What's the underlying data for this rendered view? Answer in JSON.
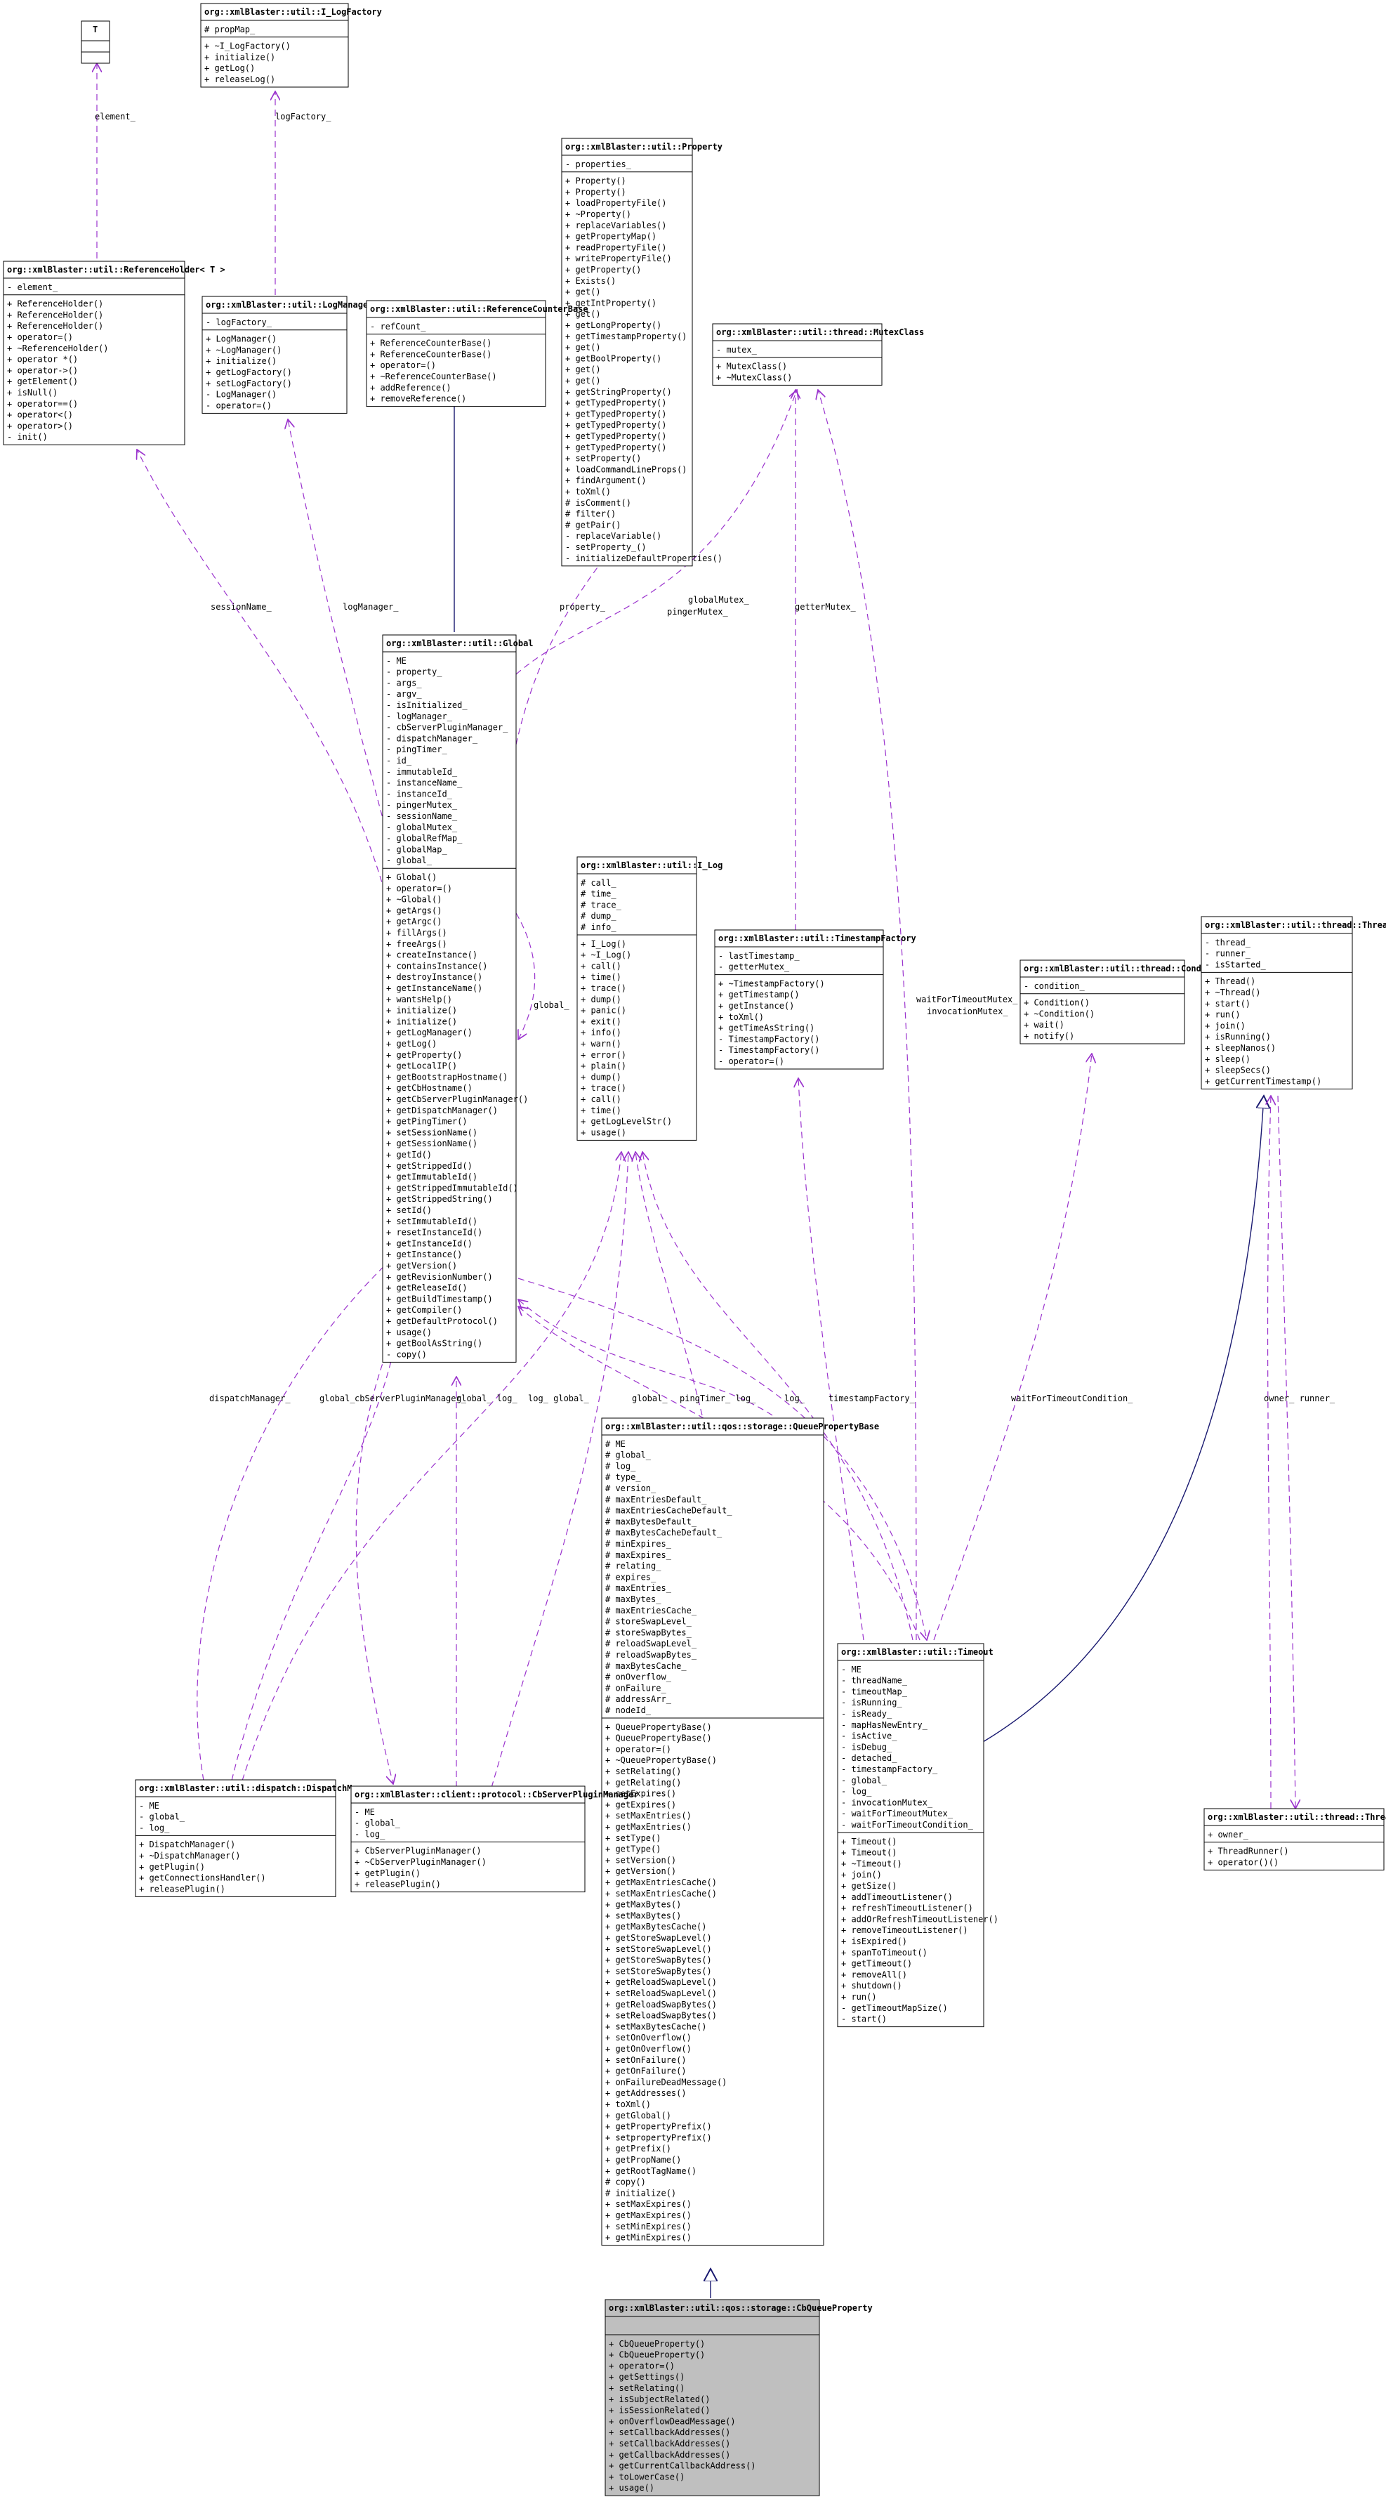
{
  "colors": {
    "usage_edge": "#9a32cd",
    "inheritance_edge": "#191970",
    "highlight": "#bfbfbf"
  },
  "classes": [
    {
      "id": "tparam",
      "title": "T",
      "attrs": [],
      "ops": []
    },
    {
      "id": "logfactory",
      "title": "org::xmlBlaster::util::I_LogFactory",
      "attrs": [
        "# propMap_"
      ],
      "ops": [
        "+ ~I_LogFactory()",
        "+ initialize()",
        "+ getLog()",
        "+ releaseLog()"
      ]
    },
    {
      "id": "property",
      "title": "org::xmlBlaster::util::Property",
      "attrs": [
        "- properties_"
      ],
      "ops": [
        "+ Property()",
        "+ Property()",
        "+ loadPropertyFile()",
        "+ ~Property()",
        "+ replaceVariables()",
        "+ getPropertyMap()",
        "+ readPropertyFile()",
        "+ writePropertyFile()",
        "+ getProperty()",
        "+ Exists()",
        "+ get()",
        "+ getIntProperty()",
        "+ get()",
        "+ getLongProperty()",
        "+ getTimestampProperty()",
        "+ get()",
        "+ getBoolProperty()",
        "+ get()",
        "+ get()",
        "+ getStringProperty()",
        "+ getTypedProperty()",
        "+ getTypedProperty()",
        "+ getTypedProperty()",
        "+ getTypedProperty()",
        "+ getTypedProperty()",
        "+ setProperty()",
        "+ loadCommandLineProps()",
        "+ findArgument()",
        "+ toXml()",
        "# isComment()",
        "# filter()",
        "# getPair()",
        "- replaceVariable()",
        "- setProperty_()",
        "- initializeDefaultProperties()"
      ]
    },
    {
      "id": "refholder",
      "title": "org::xmlBlaster::util::ReferenceHolder< T >",
      "attrs": [
        "- element_"
      ],
      "ops": [
        "+ ReferenceHolder()",
        "+ ReferenceHolder()",
        "+ ReferenceHolder()",
        "+ operator=()",
        "+ ~ReferenceHolder()",
        "+ operator *()",
        "+ operator->()",
        "+ getElement()",
        "+ isNull()",
        "+ operator==()",
        "+ operator<()",
        "+ operator>()",
        "- init()"
      ]
    },
    {
      "id": "logmanager",
      "title": "org::xmlBlaster::util::LogManager",
      "attrs": [
        "- logFactory_"
      ],
      "ops": [
        "+ LogManager()",
        "+ ~LogManager()",
        "+ initialize()",
        "+ getLogFactory()",
        "+ setLogFactory()",
        "- LogManager()",
        "- operator=()"
      ]
    },
    {
      "id": "refcounter",
      "title": "org::xmlBlaster::util::ReferenceCounterBase",
      "attrs": [
        "- refCount_"
      ],
      "ops": [
        "+ ReferenceCounterBase()",
        "+ ReferenceCounterBase()",
        "+ operator=()",
        "+ ~ReferenceCounterBase()",
        "+ addReference()",
        "+ removeReference()"
      ]
    },
    {
      "id": "mutexclass",
      "title": "org::xmlBlaster::util::thread::MutexClass",
      "attrs": [
        "- mutex_"
      ],
      "ops": [
        "+ MutexClass()",
        "+ ~MutexClass()"
      ]
    },
    {
      "id": "global",
      "title": "org::xmlBlaster::util::Global",
      "attrs": [
        "- ME",
        "- property_",
        "- args_",
        "- argv_",
        "- isInitialized_",
        "- logManager_",
        "- cbServerPluginManager_",
        "- dispatchManager_",
        "- pingTimer_",
        "- id_",
        "- immutableId_",
        "- instanceName_",
        "- instanceId_",
        "- pingerMutex_",
        "- sessionName_",
        "- globalMutex_",
        "- globalRefMap_",
        "- globalMap_",
        "- global_"
      ],
      "ops": [
        "+ Global()",
        "+ operator=()",
        "+ ~Global()",
        "+ getArgs()",
        "+ getArgc()",
        "+ fillArgs()",
        "+ freeArgs()",
        "+ createInstance()",
        "+ containsInstance()",
        "+ destroyInstance()",
        "+ getInstanceName()",
        "+ wantsHelp()",
        "+ initialize()",
        "+ initialize()",
        "+ getLogManager()",
        "+ getLog()",
        "+ getProperty()",
        "+ getLocalIP()",
        "+ getBootstrapHostname()",
        "+ getCbHostname()",
        "+ getCbServerPluginManager()",
        "+ getDispatchManager()",
        "+ getPingTimer()",
        "+ setSessionName()",
        "+ getSessionName()",
        "+ getId()",
        "+ getStrippedId()",
        "+ getImmutableId()",
        "+ getStrippedImmutableId()",
        "+ getStrippedString()",
        "+ setId()",
        "+ setImmutableId()",
        "+ resetInstanceId()",
        "+ getInstanceId()",
        "+ getInstance()",
        "+ getVersion()",
        "+ getRevisionNumber()",
        "+ getReleaseId()",
        "+ getBuildTimestamp()",
        "+ getCompiler()",
        "+ getDefaultProtocol()",
        "+ usage()",
        "+ getBoolAsString()",
        "- copy()"
      ]
    },
    {
      "id": "ilog",
      "title": "org::xmlBlaster::util::I_Log",
      "attrs": [
        "# call_",
        "# time_",
        "# trace_",
        "# dump_",
        "# info_"
      ],
      "ops": [
        "+ I_Log()",
        "+ ~I_Log()",
        "+ call()",
        "+ time()",
        "+ trace()",
        "+ dump()",
        "+ panic()",
        "+ exit()",
        "+ info()",
        "+ warn()",
        "+ error()",
        "+ plain()",
        "+ dump()",
        "+ trace()",
        "+ call()",
        "+ time()",
        "+ getLogLevelStr()",
        "+ usage()"
      ]
    },
    {
      "id": "tsfactory",
      "title": "org::xmlBlaster::util::TimestampFactory",
      "attrs": [
        "- lastTimestamp_",
        "- getterMutex_"
      ],
      "ops": [
        "+ ~TimestampFactory()",
        "+ getTimestamp()",
        "+ getInstance()",
        "+ toXml()",
        "+ getTimeAsString()",
        "- TimestampFactory()",
        "- TimestampFactory()",
        "- operator=()"
      ]
    },
    {
      "id": "condition",
      "title": "org::xmlBlaster::util::thread::Condition",
      "attrs": [
        "- condition_"
      ],
      "ops": [
        "+ Condition()",
        "+ ~Condition()",
        "+ wait()",
        "+ notify()"
      ]
    },
    {
      "id": "thread",
      "title": "org::xmlBlaster::util::thread::Thread",
      "attrs": [
        "- thread_",
        "- runner_",
        "- isStarted_"
      ],
      "ops": [
        "+ Thread()",
        "+ ~Thread()",
        "+ start()",
        "+ run()",
        "+ join()",
        "+ isRunning()",
        "+ sleepNanos()",
        "+ sleep()",
        "+ sleepSecs()",
        "+ getCurrentTimestamp()"
      ]
    },
    {
      "id": "qpb",
      "title": "org::xmlBlaster::util::qos::storage::QueuePropertyBase",
      "attrs": [
        "# ME",
        "# global_",
        "# log_",
        "# type_",
        "# version_",
        "# maxEntriesDefault_",
        "# maxEntriesCacheDefault_",
        "# maxBytesDefault_",
        "# maxBytesCacheDefault_",
        "# minExpires_",
        "# maxExpires_",
        "# relating_",
        "# expires_",
        "# maxEntries_",
        "# maxBytes_",
        "# maxEntriesCache_",
        "# storeSwapLevel_",
        "# storeSwapBytes_",
        "# reloadSwapLevel_",
        "# reloadSwapBytes_",
        "# maxBytesCache_",
        "# onOverflow_",
        "# onFailure_",
        "# addressArr_",
        "# nodeId_"
      ],
      "ops": [
        "+ QueuePropertyBase()",
        "+ QueuePropertyBase()",
        "+ operator=()",
        "+ ~QueuePropertyBase()",
        "+ setRelating()",
        "+ getRelating()",
        "+ setExpires()",
        "+ getExpires()",
        "+ setMaxEntries()",
        "+ getMaxEntries()",
        "+ setType()",
        "+ getType()",
        "+ setVersion()",
        "+ getVersion()",
        "+ getMaxEntriesCache()",
        "+ setMaxEntriesCache()",
        "+ getMaxBytes()",
        "+ setMaxBytes()",
        "+ getMaxBytesCache()",
        "+ getStoreSwapLevel()",
        "+ setStoreSwapLevel()",
        "+ getStoreSwapBytes()",
        "+ setStoreSwapBytes()",
        "+ getReloadSwapLevel()",
        "+ setReloadSwapLevel()",
        "+ getReloadSwapBytes()",
        "+ setReloadSwapBytes()",
        "+ setMaxBytesCache()",
        "+ setOnOverflow()",
        "+ getOnOverflow()",
        "+ setOnFailure()",
        "+ getOnFailure()",
        "+ onFailureDeadMessage()",
        "+ getAddresses()",
        "+ toXml()",
        "+ getGlobal()",
        "+ getPropertyPrefix()",
        "+ setpropertyPrefix()",
        "+ getPrefix()",
        "+ getPropName()",
        "+ getRootTagName()",
        "# copy()",
        "# initialize()",
        "+ setMaxExpires()",
        "+ getMaxExpires()",
        "+ setMinExpires()",
        "+ getMinExpires()"
      ]
    },
    {
      "id": "timeout",
      "title": "org::xmlBlaster::util::Timeout",
      "attrs": [
        "- ME",
        "- threadName_",
        "- timeoutMap_",
        "- isRunning_",
        "- isReady_",
        "- mapHasNewEntry_",
        "- isActive_",
        "- isDebug_",
        "- detached_",
        "- timestampFactory_",
        "- global_",
        "- log_",
        "- invocationMutex_",
        "- waitForTimeoutMutex_",
        "- waitForTimeoutCondition_"
      ],
      "ops": [
        "+ Timeout()",
        "+ Timeout()",
        "+ ~Timeout()",
        "+ join()",
        "+ getSize()",
        "+ addTimeoutListener()",
        "+ refreshTimeoutListener()",
        "+ addOrRefreshTimeoutListener()",
        "+ removeTimeoutListener()",
        "+ isExpired()",
        "+ spanToTimeout()",
        "+ getTimeout()",
        "+ removeAll()",
        "+ shutdown()",
        "+ run()",
        "- getTimeoutMapSize()",
        "- start()"
      ]
    },
    {
      "id": "dispatch",
      "title": "org::xmlBlaster::util::dispatch::DispatchManager",
      "attrs": [
        "- ME",
        "- global_",
        "- log_"
      ],
      "ops": [
        "+ DispatchManager()",
        "+ ~DispatchManager()",
        "+ getPlugin()",
        "+ getConnectionsHandler()",
        "+ releasePlugin()"
      ]
    },
    {
      "id": "cbserver",
      "title": "org::xmlBlaster::client::protocol::CbServerPluginManager",
      "attrs": [
        "- ME",
        "- global_",
        "- log_"
      ],
      "ops": [
        "+ CbServerPluginManager()",
        "+ ~CbServerPluginManager()",
        "+ getPlugin()",
        "+ releasePlugin()"
      ]
    },
    {
      "id": "threadrunner",
      "title": "org::xmlBlaster::util::thread::ThreadRunner",
      "attrs": [
        "+ owner_"
      ],
      "ops": [
        "+ ThreadRunner()",
        "+ operator()()"
      ]
    },
    {
      "id": "cbqp",
      "title": "org::xmlBlaster::util::qos::storage::CbQueueProperty",
      "attrs": [],
      "ops": [
        "+ CbQueueProperty()",
        "+ CbQueueProperty()",
        "+ operator=()",
        "+ getSettings()",
        "+ setRelating()",
        "+ isSubjectRelated()",
        "+ isSessionRelated()",
        "+ onOverflowDeadMessage()",
        "+ setCallbackAddresses()",
        "+ setCallbackAddresses()",
        "+ getCallbackAddresses()",
        "+ getCurrentCallbackAddress()",
        "+ toLowerCase()",
        "+ usage()"
      ]
    }
  ],
  "edge_labels": {
    "element": "element_",
    "logFactory": "logFactory_",
    "sessionName": "sessionName_",
    "logManager": "logManager_",
    "property": "property_",
    "globalMutex": "globalMutex_",
    "pingerMutex": "pingerMutex_",
    "getterMutex": "getterMutex_",
    "global_global": "global_",
    "waitForTimeoutMutex": "waitForTimeoutMutex_",
    "invocationMutex": "invocationMutex_",
    "dispatchManager": "dispatchManager_",
    "globalcb": "global_",
    "cbServerPluginManager": "cbServerPluginManager_",
    "global_log": "global_ log_",
    "log_global": "log_ global_",
    "global_qpb": "global_",
    "pingTimer_log": "pingTimer_ log_",
    "log_timeout": "log_",
    "timestampFactory": "timestampFactory_",
    "waitForTimeoutCondition": "waitForTimeoutCondition_",
    "owner_runner": "owner_ runner_"
  }
}
